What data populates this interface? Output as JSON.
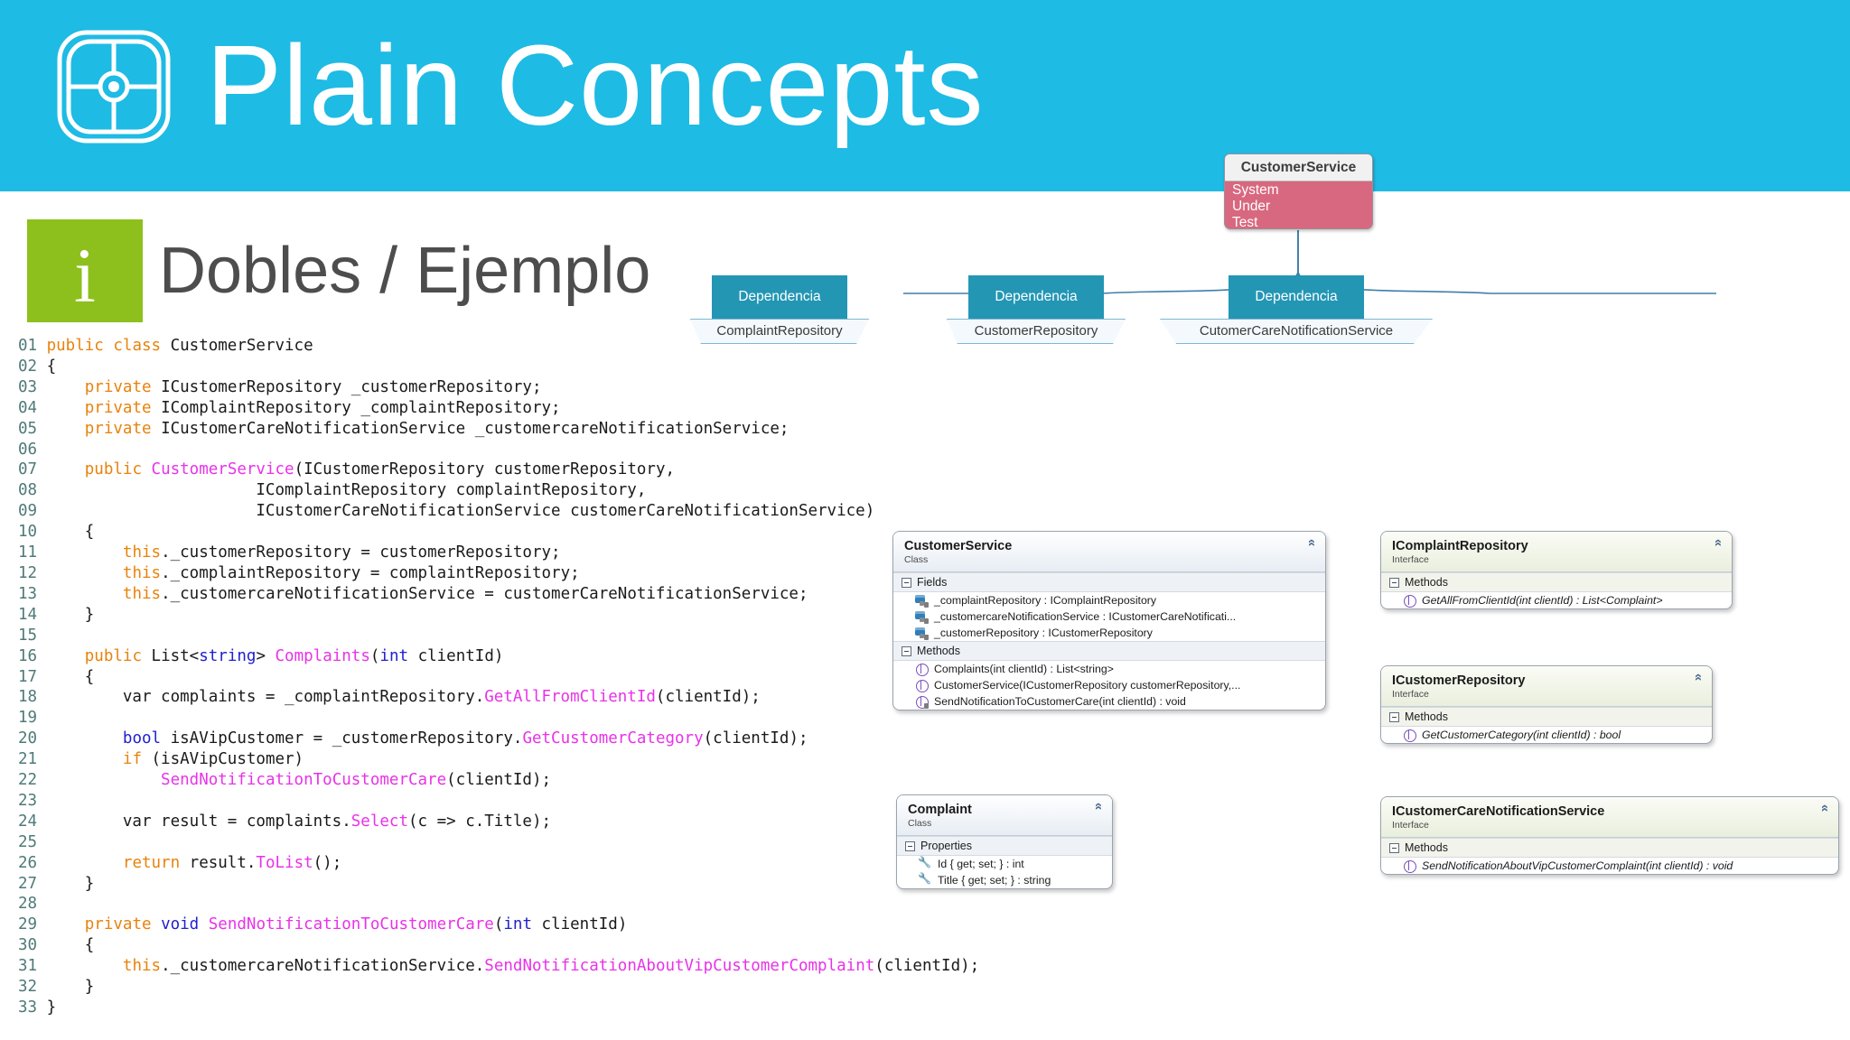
{
  "header": {
    "brand": "Plain Concepts",
    "logo_icon": "plain-concepts-logo"
  },
  "slide": {
    "badge_glyph": "i",
    "title": "Dobles / Ejemplo"
  },
  "code": {
    "language": "csharp",
    "lines": [
      {
        "n": "01",
        "tokens": [
          {
            "t": "public ",
            "c": "kw"
          },
          {
            "t": "class ",
            "c": "kw"
          },
          {
            "t": "CustomerService",
            "c": "pl"
          }
        ]
      },
      {
        "n": "02",
        "tokens": [
          {
            "t": "{",
            "c": "pl"
          }
        ]
      },
      {
        "n": "03",
        "tokens": [
          {
            "t": "    ",
            "c": "pl"
          },
          {
            "t": "private ",
            "c": "kw"
          },
          {
            "t": "ICustomerRepository _customerRepository;",
            "c": "pl"
          }
        ]
      },
      {
        "n": "04",
        "tokens": [
          {
            "t": "    ",
            "c": "pl"
          },
          {
            "t": "private ",
            "c": "kw"
          },
          {
            "t": "IComplaintRepository _complaintRepository;",
            "c": "pl"
          }
        ]
      },
      {
        "n": "05",
        "tokens": [
          {
            "t": "    ",
            "c": "pl"
          },
          {
            "t": "private ",
            "c": "kw"
          },
          {
            "t": "ICustomerCareNotificationService _customercareNotificationService;",
            "c": "pl"
          }
        ]
      },
      {
        "n": "06",
        "tokens": [
          {
            "t": "",
            "c": "pl"
          }
        ]
      },
      {
        "n": "07",
        "tokens": [
          {
            "t": "    ",
            "c": "pl"
          },
          {
            "t": "public ",
            "c": "kw"
          },
          {
            "t": "CustomerService",
            "c": "fn"
          },
          {
            "t": "(ICustomerRepository customerRepository,",
            "c": "pl"
          }
        ]
      },
      {
        "n": "08",
        "tokens": [
          {
            "t": "                      IComplaintRepository complaintRepository,",
            "c": "pl"
          }
        ]
      },
      {
        "n": "09",
        "tokens": [
          {
            "t": "                      ICustomerCareNotificationService customerCareNotificationService)",
            "c": "pl"
          }
        ]
      },
      {
        "n": "10",
        "tokens": [
          {
            "t": "    {",
            "c": "pl"
          }
        ]
      },
      {
        "n": "11",
        "tokens": [
          {
            "t": "        ",
            "c": "pl"
          },
          {
            "t": "this",
            "c": "kw"
          },
          {
            "t": "._customerRepository = customerRepository;",
            "c": "pl"
          }
        ]
      },
      {
        "n": "12",
        "tokens": [
          {
            "t": "        ",
            "c": "pl"
          },
          {
            "t": "this",
            "c": "kw"
          },
          {
            "t": "._complaintRepository = complaintRepository;",
            "c": "pl"
          }
        ]
      },
      {
        "n": "13",
        "tokens": [
          {
            "t": "        ",
            "c": "pl"
          },
          {
            "t": "this",
            "c": "kw"
          },
          {
            "t": "._customercareNotificationService = customerCareNotificationService;",
            "c": "pl"
          }
        ]
      },
      {
        "n": "14",
        "tokens": [
          {
            "t": "    }",
            "c": "pl"
          }
        ]
      },
      {
        "n": "15",
        "tokens": [
          {
            "t": "",
            "c": "pl"
          }
        ]
      },
      {
        "n": "16",
        "tokens": [
          {
            "t": "    ",
            "c": "pl"
          },
          {
            "t": "public ",
            "c": "kw"
          },
          {
            "t": "List<",
            "c": "pl"
          },
          {
            "t": "string",
            "c": "ty"
          },
          {
            "t": "> ",
            "c": "pl"
          },
          {
            "t": "Complaints",
            "c": "fn"
          },
          {
            "t": "(",
            "c": "pl"
          },
          {
            "t": "int",
            "c": "ty"
          },
          {
            "t": " clientId)",
            "c": "pl"
          }
        ]
      },
      {
        "n": "17",
        "tokens": [
          {
            "t": "    {",
            "c": "pl"
          }
        ]
      },
      {
        "n": "18",
        "tokens": [
          {
            "t": "        var complaints = _complaintRepository.",
            "c": "pl"
          },
          {
            "t": "GetAllFromClientId",
            "c": "fn"
          },
          {
            "t": "(clientId);",
            "c": "pl"
          }
        ]
      },
      {
        "n": "19",
        "tokens": [
          {
            "t": "",
            "c": "pl"
          }
        ]
      },
      {
        "n": "20",
        "tokens": [
          {
            "t": "        ",
            "c": "pl"
          },
          {
            "t": "bool",
            "c": "ty"
          },
          {
            "t": " isAVipCustomer = _customerRepository.",
            "c": "pl"
          },
          {
            "t": "GetCustomerCategory",
            "c": "fn"
          },
          {
            "t": "(clientId);",
            "c": "pl"
          }
        ]
      },
      {
        "n": "21",
        "tokens": [
          {
            "t": "        ",
            "c": "pl"
          },
          {
            "t": "if",
            "c": "kw"
          },
          {
            "t": " (isAVipCustomer)",
            "c": "pl"
          }
        ]
      },
      {
        "n": "22",
        "tokens": [
          {
            "t": "            ",
            "c": "pl"
          },
          {
            "t": "SendNotificationToCustomerCare",
            "c": "fn"
          },
          {
            "t": "(clientId);",
            "c": "pl"
          }
        ]
      },
      {
        "n": "23",
        "tokens": [
          {
            "t": "",
            "c": "pl"
          }
        ]
      },
      {
        "n": "24",
        "tokens": [
          {
            "t": "        var result = complaints.",
            "c": "pl"
          },
          {
            "t": "Select",
            "c": "fn"
          },
          {
            "t": "(c => c.Title);",
            "c": "pl"
          }
        ]
      },
      {
        "n": "25",
        "tokens": [
          {
            "t": "",
            "c": "pl"
          }
        ]
      },
      {
        "n": "26",
        "tokens": [
          {
            "t": "        ",
            "c": "pl"
          },
          {
            "t": "return",
            "c": "kw"
          },
          {
            "t": " result.",
            "c": "pl"
          },
          {
            "t": "ToList",
            "c": "fn"
          },
          {
            "t": "();",
            "c": "pl"
          }
        ]
      },
      {
        "n": "27",
        "tokens": [
          {
            "t": "    }",
            "c": "pl"
          }
        ]
      },
      {
        "n": "28",
        "tokens": [
          {
            "t": "",
            "c": "pl"
          }
        ]
      },
      {
        "n": "29",
        "tokens": [
          {
            "t": "    ",
            "c": "pl"
          },
          {
            "t": "private ",
            "c": "kw"
          },
          {
            "t": "void",
            "c": "ty"
          },
          {
            "t": " ",
            "c": "pl"
          },
          {
            "t": "SendNotificationToCustomerCare",
            "c": "fn"
          },
          {
            "t": "(",
            "c": "pl"
          },
          {
            "t": "int",
            "c": "ty"
          },
          {
            "t": " clientId)",
            "c": "pl"
          }
        ]
      },
      {
        "n": "30",
        "tokens": [
          {
            "t": "    {",
            "c": "pl"
          }
        ]
      },
      {
        "n": "31",
        "tokens": [
          {
            "t": "        ",
            "c": "pl"
          },
          {
            "t": "this",
            "c": "kw"
          },
          {
            "t": "._customercareNotificationService.",
            "c": "pl"
          },
          {
            "t": "SendNotificationAboutVipCustomerComplaint",
            "c": "fn"
          },
          {
            "t": "(clientId);",
            "c": "pl"
          }
        ]
      },
      {
        "n": "32",
        "tokens": [
          {
            "t": "    }",
            "c": "pl"
          }
        ]
      },
      {
        "n": "33",
        "tokens": [
          {
            "t": "}",
            "c": "pl"
          }
        ]
      }
    ]
  },
  "tree": {
    "sut": {
      "title": "CustomerService",
      "lines": [
        "System",
        "Under",
        "Test"
      ],
      "color": "#d8687f"
    },
    "dependencies": [
      {
        "label": "Dependencia",
        "name": "ComplaintRepository"
      },
      {
        "label": "Dependencia",
        "name": "CustomerRepository"
      },
      {
        "label": "Dependencia",
        "name": "CutomerCareNotificationService"
      }
    ],
    "accent": "#2396b4"
  },
  "uml": {
    "customer_service": {
      "name": "CustomerService",
      "kind": "Class",
      "collapse_icon": "chevron-up-icon",
      "sections": [
        {
          "title": "Fields",
          "rows": [
            {
              "icon": "field-icon",
              "text": "_complaintRepository : IComplaintRepository",
              "private": true
            },
            {
              "icon": "field-icon",
              "text": "_customercareNotificationService  :  ICustomerCareNotificati...",
              "private": true
            },
            {
              "icon": "field-icon",
              "text": "_customerRepository : ICustomerRepository",
              "private": true
            }
          ]
        },
        {
          "title": "Methods",
          "rows": [
            {
              "icon": "method-icon",
              "text": "Complaints(int clientId) : List<string>",
              "private": false
            },
            {
              "icon": "method-icon",
              "text": "CustomerService(ICustomerRepository  customerRepository,...",
              "private": false
            },
            {
              "icon": "method-icon",
              "text": "SendNotificationToCustomerCare(int clientId) : void",
              "private": true
            }
          ]
        }
      ]
    },
    "complaint": {
      "name": "Complaint",
      "kind": "Class",
      "collapse_icon": "chevron-up-icon",
      "sections": [
        {
          "title": "Properties",
          "rows": [
            {
              "icon": "property-icon",
              "text": "Id { get; set; } : int",
              "private": false
            },
            {
              "icon": "property-icon",
              "text": "Title { get; set; } : string",
              "private": false
            }
          ]
        }
      ]
    },
    "icomplaint_repository": {
      "name": "IComplaintRepository",
      "kind": "Interface",
      "collapse_icon": "chevron-up-icon",
      "sections": [
        {
          "title": "Methods",
          "rows": [
            {
              "icon": "method-icon",
              "text": "GetAllFromClientId(int clientId) : List<Complaint>",
              "private": false
            }
          ]
        }
      ]
    },
    "icustomer_repository": {
      "name": "ICustomerRepository",
      "kind": "Interface",
      "collapse_icon": "chevron-up-icon",
      "sections": [
        {
          "title": "Methods",
          "rows": [
            {
              "icon": "method-icon",
              "text": "GetCustomerCategory(int clientId) : bool",
              "private": false
            }
          ]
        }
      ]
    },
    "icustomercare_service": {
      "name": "ICustomerCareNotificationService",
      "kind": "Interface",
      "collapse_icon": "chevron-up-icon",
      "sections": [
        {
          "title": "Methods",
          "rows": [
            {
              "icon": "method-icon",
              "text": "SendNotificationAboutVipCustomerComplaint(int clientId) : void",
              "private": false
            }
          ]
        }
      ]
    }
  },
  "colors": {
    "brand_cyan": "#1ebbe4",
    "badge_green": "#8dc01c",
    "sut_pink": "#d8687f",
    "dep_teal": "#2396b4"
  }
}
